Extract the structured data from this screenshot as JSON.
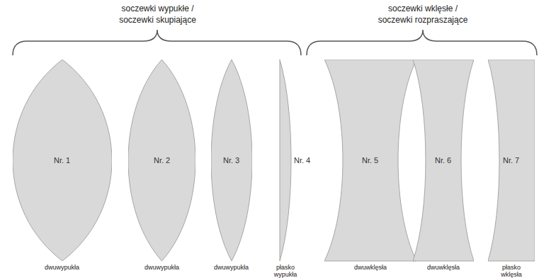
{
  "diagram": {
    "nodes": [
      {
        "text": [
          "Nr. 1",
          "dwuwypukła"
        ]
      },
      {
        "text": [
          "Nr. 2",
          "dwuwypukła"
        ]
      },
      {
        "text": [
          "Nr. 3",
          "dwuwypukła"
        ]
      },
      {
        "text": [
          "Nr. 4",
          "płasko wypukła"
        ]
      },
      {
        "text": [
          "Nr. 5",
          "dwuwklęsła"
        ]
      },
      {
        "text": [
          "Nr. 6",
          "dwuwklęsła"
        ]
      },
      {
        "text": [
          "Nr. 7",
          "płasko wklęsła"
        ]
      }
    ],
    "labels": [
      "soczewki wypukłe / soczewki skupiające",
      "soczewki wklęsłe / soczewki rozpraszające"
    ]
  }
}
